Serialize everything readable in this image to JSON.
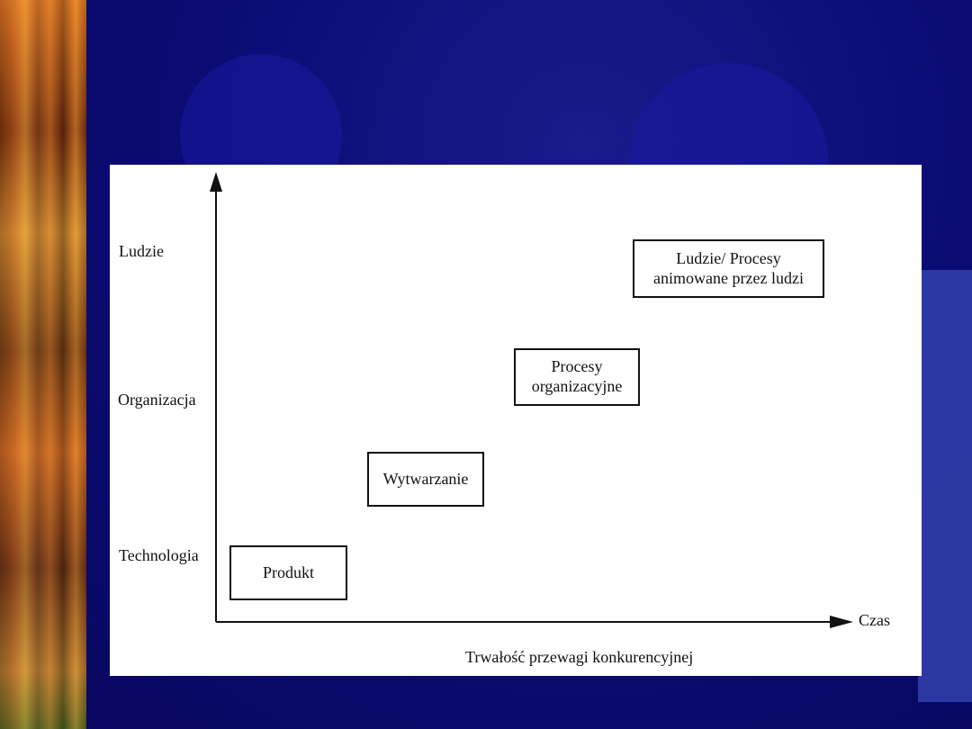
{
  "diagram": {
    "y_levels": [
      "Ludzie",
      "Organizacja",
      "Technologia"
    ],
    "x_axis_label": "Czas",
    "caption": "Trwałość przewagi konkurencyjnej",
    "boxes": [
      {
        "lines": [
          "Produkt"
        ]
      },
      {
        "lines": [
          "Wytwarzanie"
        ]
      },
      {
        "lines": [
          "Procesy",
          "organizacyjne"
        ]
      },
      {
        "lines": [
          "Ludzie/ Procesy",
          "animowane przez ludzi"
        ]
      }
    ]
  },
  "colors": {
    "background": "#0b0b74",
    "panel": "#ffffff",
    "ink": "#111111"
  }
}
